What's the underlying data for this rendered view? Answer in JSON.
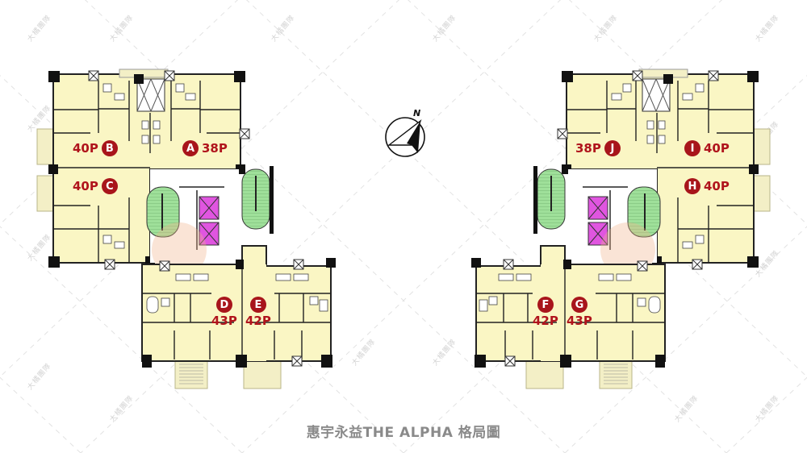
{
  "title": "惠宇永益THE ALPHA 格局圖",
  "watermark": "大橘團隊",
  "compass": {
    "label": "N"
  },
  "colors": {
    "unit_fill": "#faf6c4",
    "wall": "#111111",
    "stair_green": "#8fd98a",
    "elevator_magenta": "#e055e0",
    "badge_red": "#a8151b",
    "label_red": "#b0141c",
    "balcony": "#f3efc6",
    "caption_gray": "#8a8a8a"
  },
  "units": [
    {
      "id": "A",
      "parking": "38P",
      "side": "left"
    },
    {
      "id": "B",
      "parking": "40P",
      "side": "left"
    },
    {
      "id": "C",
      "parking": "40P",
      "side": "left"
    },
    {
      "id": "D",
      "parking": "43P",
      "side": "left"
    },
    {
      "id": "E",
      "parking": "42P",
      "side": "left"
    },
    {
      "id": "F",
      "parking": "42P",
      "side": "right"
    },
    {
      "id": "G",
      "parking": "43P",
      "side": "right"
    },
    {
      "id": "H",
      "parking": "40P",
      "side": "right"
    },
    {
      "id": "I",
      "parking": "40P",
      "side": "right"
    },
    {
      "id": "J",
      "parking": "38P",
      "side": "right"
    }
  ]
}
